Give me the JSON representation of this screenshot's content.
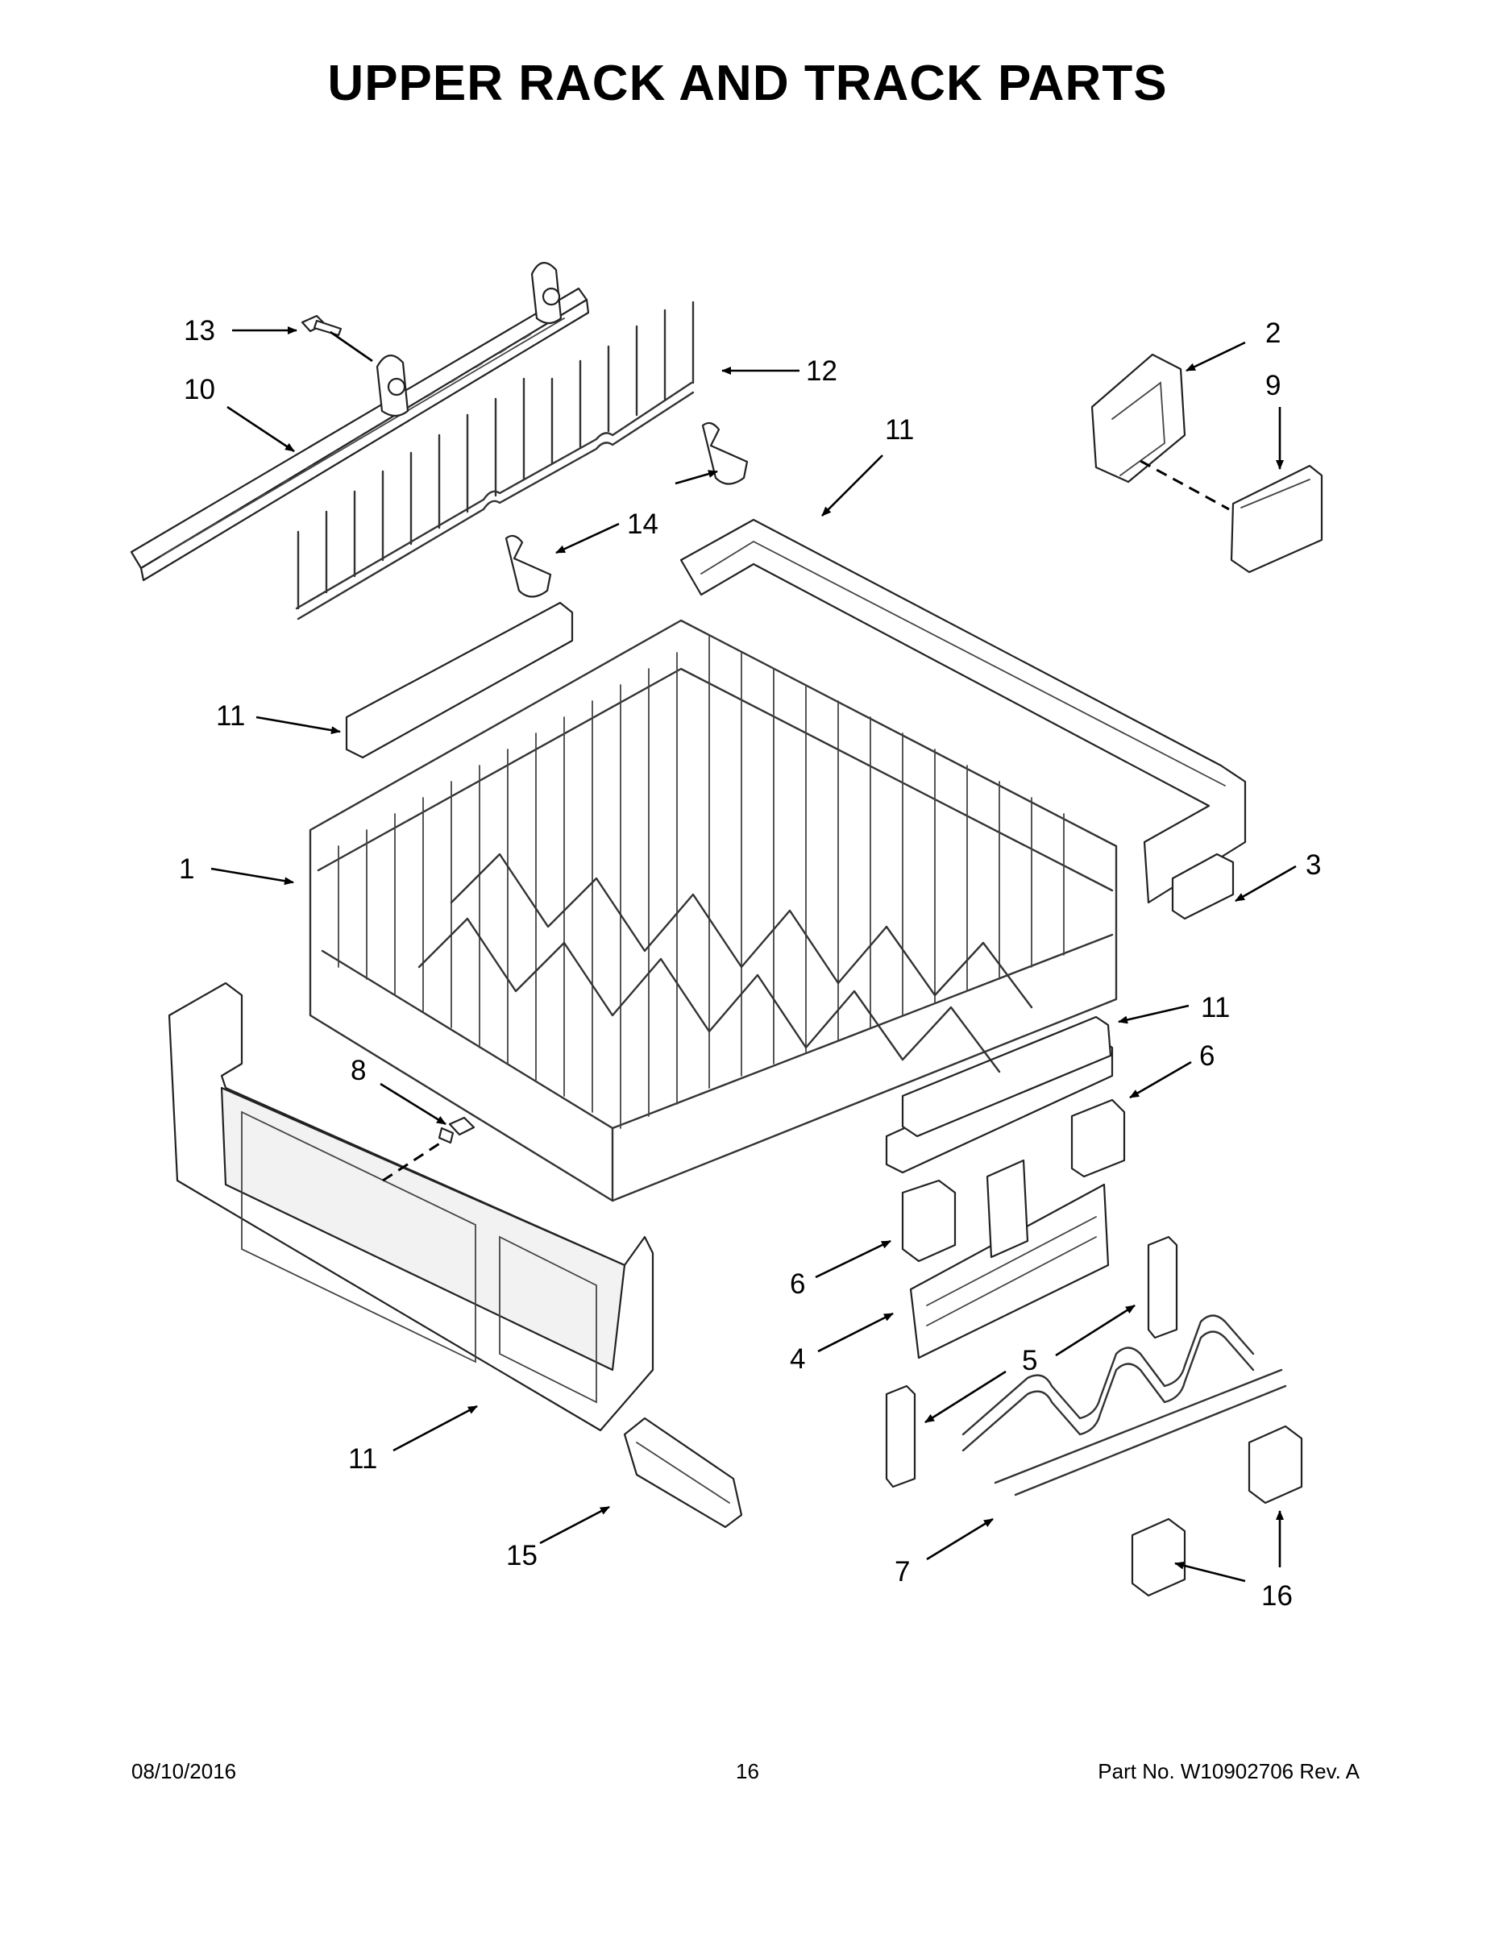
{
  "header": {
    "title": "UPPER RACK AND TRACK PARTS"
  },
  "footer": {
    "date": "08/10/2016",
    "page_number": "16",
    "part_number": "Part No.  W10902706  Rev.  A"
  },
  "callouts": [
    "13",
    "10",
    "12",
    "2",
    "9",
    "11",
    "14",
    "11",
    "1",
    "3",
    "11",
    "8",
    "6",
    "6",
    "4",
    "5",
    "11",
    "15",
    "7",
    "16"
  ],
  "colors": {
    "line": "#222222",
    "background": "#ffffff"
  }
}
